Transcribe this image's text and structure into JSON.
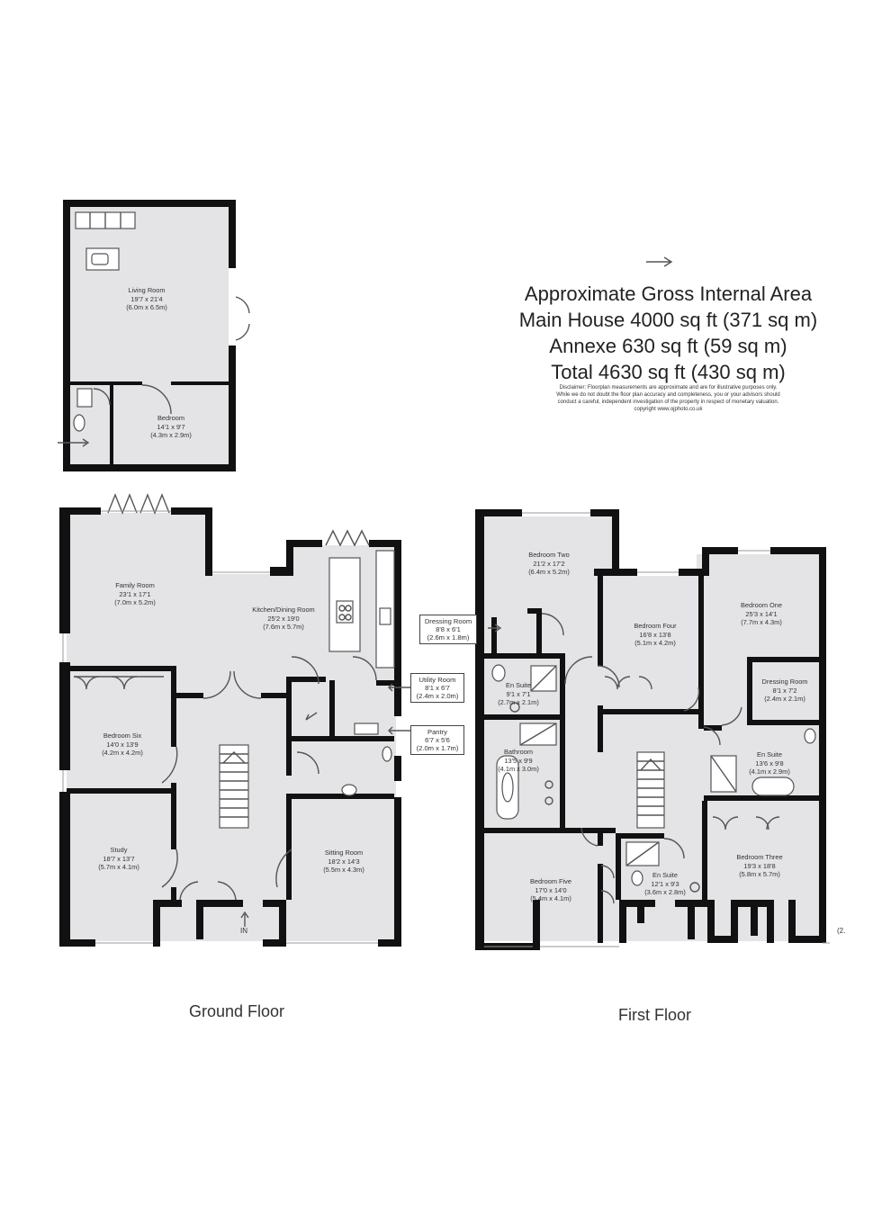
{
  "area": {
    "title": "Approximate Gross Internal Area",
    "main_house": "Main House 4000 sq ft (371 sq m)",
    "annexe": "Annexe 630 sq ft (59 sq m)",
    "total": "Total 4630 sq ft (430 sq m)"
  },
  "disclaimer": [
    "Disclaimer: Floorplan measurements are approximate and are for illustrative purposes only.",
    "While we do not doubt the floor plan accuracy and completeness, you or your advisors should",
    "conduct a careful, independent investigation of the property in respect of monetary valuation.",
    "copyright www.ojphoto.co.uk"
  ],
  "floors": {
    "ground": "Ground Floor",
    "first": "First Floor"
  },
  "entrance": "IN",
  "edge_mark": "(2.",
  "annexe_rooms": [
    {
      "name": "Living Room",
      "imperial": "19'7 x 21'4",
      "metric": "(6.0m x 6.5m)"
    },
    {
      "name": "Bedroom",
      "imperial": "14'1 x 9'7",
      "metric": "(4.3m x 2.9m)"
    }
  ],
  "ground_rooms": [
    {
      "name": "Family Room",
      "imperial": "23'1 x 17'1",
      "metric": "(7.0m x 5.2m)"
    },
    {
      "name": "Kitchen/Dining Room",
      "imperial": "25'2 x 19'0",
      "metric": "(7.6m x 5.7m)"
    },
    {
      "name": "Bedroom Six",
      "imperial": "14'0 x 13'9",
      "metric": "(4.2m x 4.2m)"
    },
    {
      "name": "Study",
      "imperial": "18'7 x 13'7",
      "metric": "(5.7m x 4.1m)"
    },
    {
      "name": "Sitting Room",
      "imperial": "18'2 x 14'3",
      "metric": "(5.5m x 4.3m)"
    },
    {
      "name": "Utility Room",
      "imperial": "8'1 x 6'7",
      "metric": "(2.4m x 2.0m)"
    },
    {
      "name": "Pantry",
      "imperial": "6'7 x 5'6",
      "metric": "(2.0m x 1.7m)"
    }
  ],
  "first_rooms": [
    {
      "name": "Bedroom Two",
      "imperial": "21'2 x 17'2",
      "metric": "(6.4m x 5.2m)"
    },
    {
      "name": "Dressing Room",
      "imperial": "8'8 x 6'1",
      "metric": "(2.6m x 1.8m)"
    },
    {
      "name": "Bedroom Four",
      "imperial": "16'8 x 13'8",
      "metric": "(5.1m x 4.2m)"
    },
    {
      "name": "Bedroom One",
      "imperial": "25'3 x 14'1",
      "metric": "(7.7m x 4.3m)"
    },
    {
      "name": "Dressing Room",
      "imperial": "8'1 x 7'2",
      "metric": "(2.4m x 2.1m)"
    },
    {
      "name": "En Suite",
      "imperial": "9'1 x 7'1",
      "metric": "(2.7m x 2.1m)"
    },
    {
      "name": "Bathroom",
      "imperial": "13'5 x 9'9",
      "metric": "(4.1m x 3.0m)"
    },
    {
      "name": "En Suite",
      "imperial": "13'6 x 9'8",
      "metric": "(4.1m x 2.9m)"
    },
    {
      "name": "Bedroom Three",
      "imperial": "19'3 x 18'8",
      "metric": "(5.8m x 5.7m)"
    },
    {
      "name": "Bedroom Five",
      "imperial": "17'0 x 14'0",
      "metric": "(5.4m x 4.1m)"
    },
    {
      "name": "En Suite",
      "imperial": "12'1 x 9'3",
      "metric": "(3.6m x 2.8m)"
    }
  ],
  "colors": {
    "room_fill": "#e4e3e6",
    "wall": "#111111"
  }
}
